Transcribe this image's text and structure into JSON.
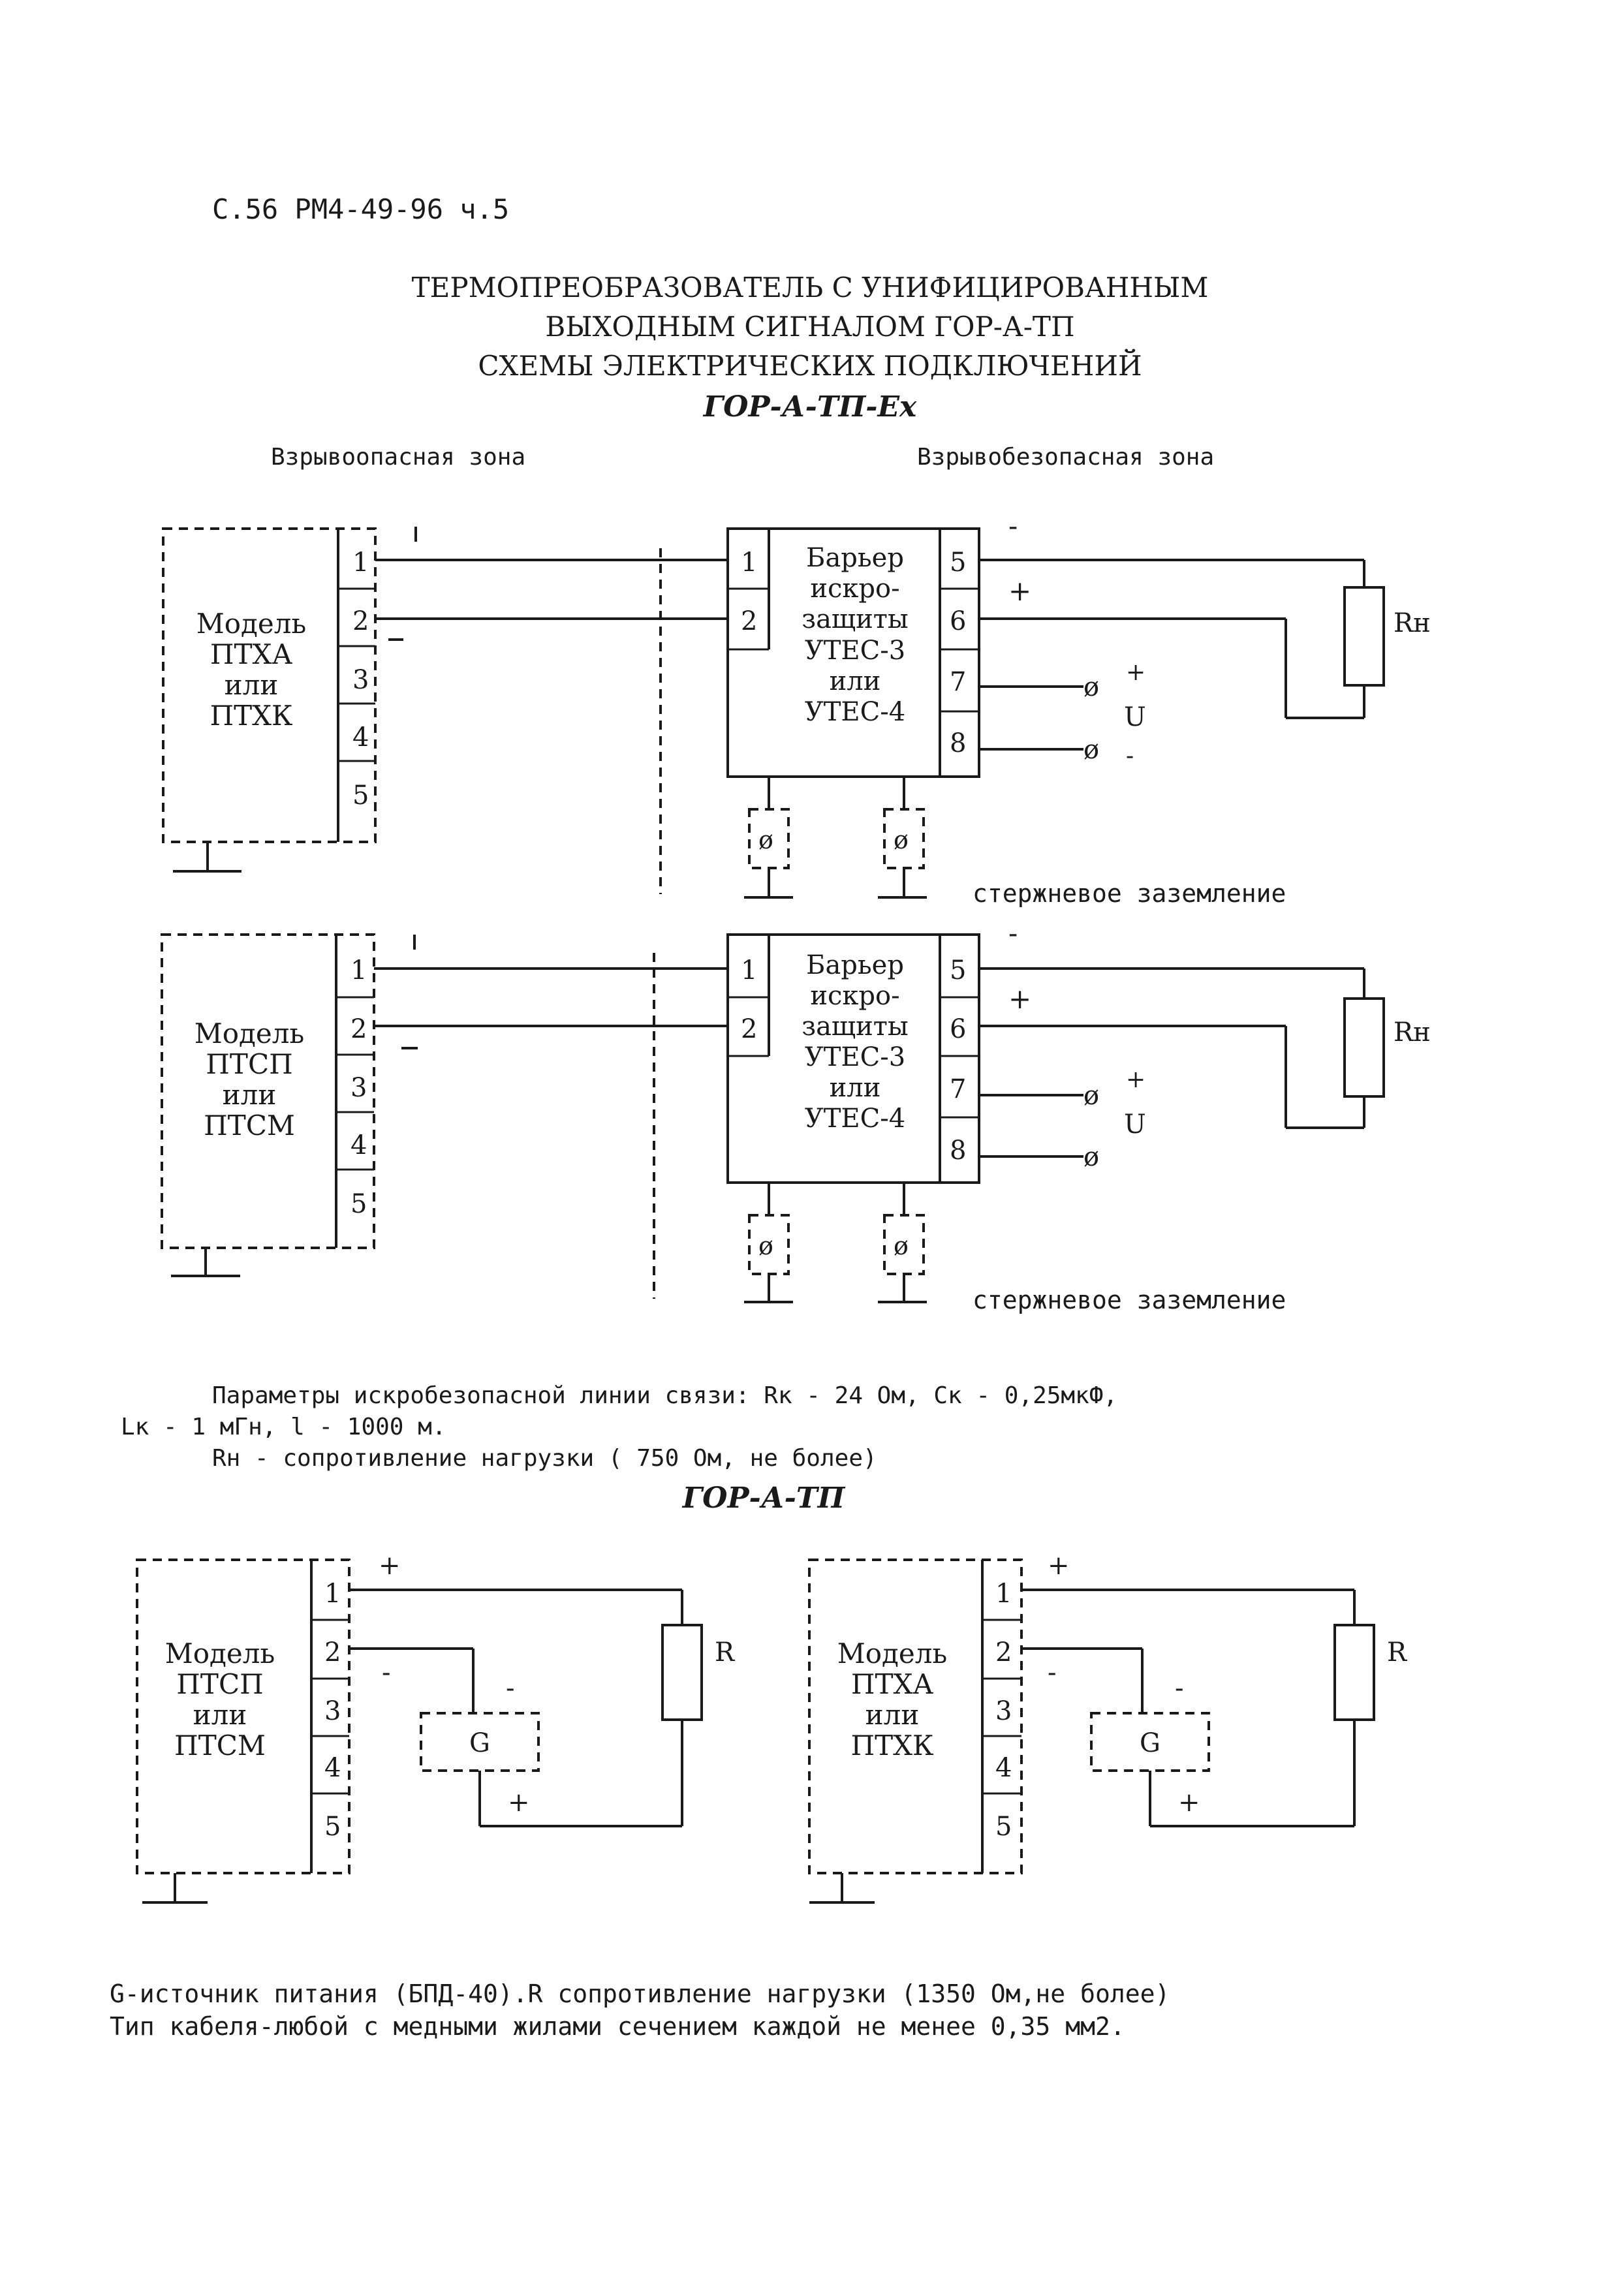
{
  "header": {
    "page_ref": "С.56 РМ4-49-96 ч.5",
    "title_line1": "ТЕРМОПРЕОБРАЗОВАТЕЛЬ С УНИФИЦИРОВАННЫМ",
    "title_line2": "ВЫХОДНЫМ СИГНАЛОМ ГОР-А-ТП",
    "title_line3": "СХЕМЫ ЭЛЕКТРИЧЕСКИХ ПОДКЛЮЧЕНИЙ",
    "subtitle_ex": "ГОР-А-ТП-Ex"
  },
  "zones": {
    "hazardous": "Взрывоопасная зона",
    "safe": "Взрывобезопасная зона"
  },
  "ex_scheme_1": {
    "model_label": [
      "Модель",
      "ПТХА",
      "или",
      "ПТХК"
    ],
    "terminals": [
      "1",
      "2",
      "3",
      "4",
      "5"
    ],
    "barrier_label": [
      "Барьер",
      "искро-",
      "защиты",
      "УТЕС-3",
      "или",
      "УТЕС-4"
    ],
    "barrier_in": [
      "1",
      "2"
    ],
    "barrier_out": [
      "5",
      "6",
      "7",
      "8"
    ],
    "load": "Rн",
    "supply": "U",
    "plus": "+",
    "minus": "-",
    "ground_symbol": "ø",
    "grounding": "стержневое заземление"
  },
  "ex_scheme_2": {
    "model_label": [
      "Модель",
      "ПТСП",
      "или",
      "ПТСМ"
    ],
    "terminals": [
      "1",
      "2",
      "3",
      "4",
      "5"
    ],
    "barrier_label": [
      "Барьер",
      "искро-",
      "защиты",
      "УТЕС-3",
      "или",
      "УТЕС-4"
    ],
    "barrier_in": [
      "1",
      "2"
    ],
    "barrier_out": [
      "5",
      "6",
      "7",
      "8"
    ],
    "load": "Rн",
    "supply": "U",
    "plus": "+",
    "minus": "-",
    "ground_symbol": "ø",
    "grounding": "стержневое заземление"
  },
  "params": {
    "line1": "Параметры искробезопасной линии связи:  Rк - 24 Ом, Cк - 0,25мкФ,",
    "line2": "Lк - 1 мГн, l - 1000 м.",
    "line3": "Rн - сопротивление нагрузки ( 750 Ом, не более)"
  },
  "subtitle_plain": "ГОР-А-ТП",
  "plain_left": {
    "model_label": [
      "Модель",
      "ПТСП",
      "или",
      "ПТСМ"
    ],
    "terminals": [
      "1",
      "2",
      "3",
      "4",
      "5"
    ],
    "source": "G",
    "load": "R",
    "plus": "+",
    "minus": "-"
  },
  "plain_right": {
    "model_label": [
      "Модель",
      "ПТХА",
      "или",
      "ПТХК"
    ],
    "terminals": [
      "1",
      "2",
      "3",
      "4",
      "5"
    ],
    "source": "G",
    "load": "R",
    "plus": "+",
    "minus": "-"
  },
  "notes": {
    "line1": "G-источник питания (БПД-40).R сопротивление нагрузки (1350 Ом,не более)",
    "line2": "Тип кабеля-любой с медными жилами сечением каждой не менее 0,35 мм2."
  }
}
